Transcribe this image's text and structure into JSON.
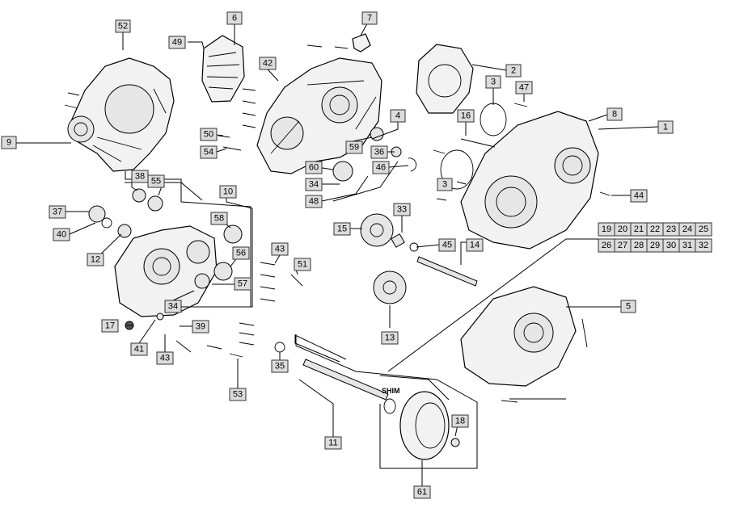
{
  "labels": {
    "l1": "1",
    "l2": "2",
    "l3a": "3",
    "l3b": "3",
    "l4": "4",
    "l5": "5",
    "l6": "6",
    "l7": "7",
    "l8": "8",
    "l9": "9",
    "l10": "10",
    "l11": "11",
    "l12": "12",
    "l13": "13",
    "l14": "14",
    "l15": "15",
    "l16": "16",
    "l17": "17",
    "l18": "18",
    "l19": "19",
    "l20": "20",
    "l21": "21",
    "l22": "22",
    "l23": "23",
    "l24": "24",
    "l25": "25",
    "l26": "26",
    "l27": "27",
    "l28": "28",
    "l29": "29",
    "l30": "30",
    "l31": "31",
    "l32": "32",
    "l33": "33",
    "l34a": "34",
    "l34b": "34",
    "l35": "35",
    "l36": "36",
    "l37": "37",
    "l38": "38",
    "l39": "39",
    "l40": "40",
    "l41": "41",
    "l42": "42",
    "l43a": "43",
    "l43b": "43",
    "l44": "44",
    "l45": "45",
    "l46": "46",
    "l47": "47",
    "l48": "48",
    "l49": "49",
    "l50": "50",
    "l51": "51",
    "l52": "52",
    "l53": "53",
    "l54": "54",
    "l55": "55",
    "l56": "56",
    "l57": "57",
    "l58": "58",
    "l59": "59",
    "l60": "60",
    "l61": "61"
  },
  "shim_text": "SHIM"
}
